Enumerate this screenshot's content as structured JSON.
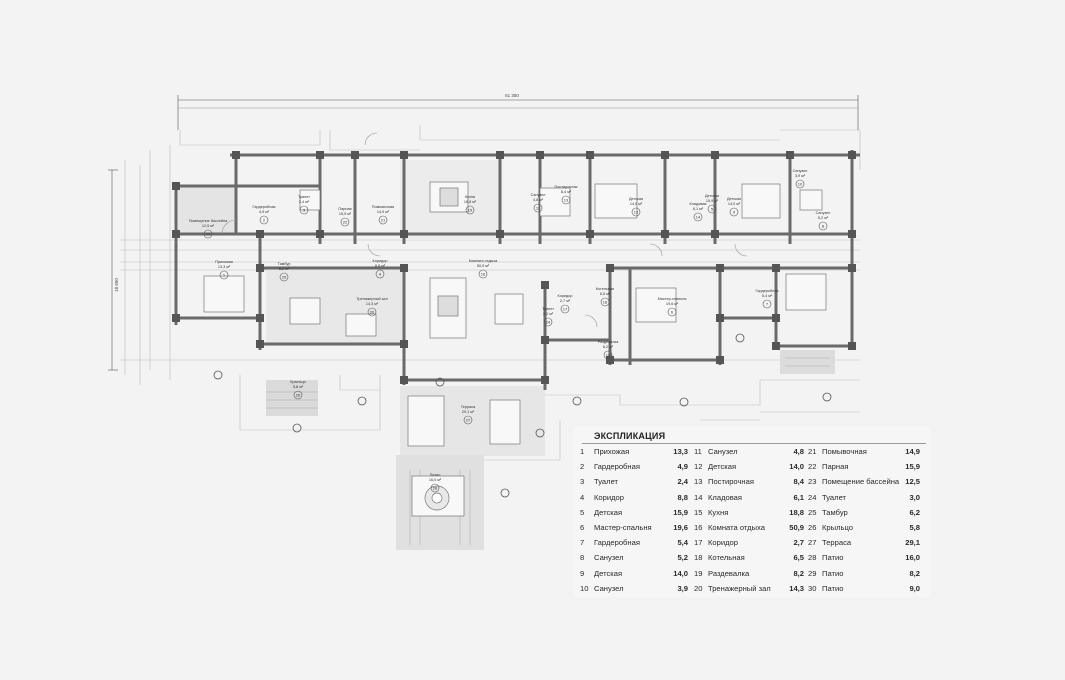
{
  "plan": {
    "overall_dimension": "61 350",
    "side_dimension": "18 650",
    "rooms": [
      {
        "no": "1",
        "label": "Прихожая",
        "area": "13,3 м²"
      },
      {
        "no": "2",
        "label": "Гардеробная",
        "area": "4,9 м²"
      },
      {
        "no": "3",
        "label": "Туалет",
        "area": "2,4 м²"
      },
      {
        "no": "4",
        "label": "Коридор",
        "area": "8,8 м²"
      },
      {
        "no": "5",
        "label": "Детская",
        "area": "15,9 м²"
      },
      {
        "no": "6",
        "label": "Мастер-спальня",
        "area": "19,6 м²"
      },
      {
        "no": "7",
        "label": "Гардеробная",
        "area": "5,4 м²"
      },
      {
        "no": "8",
        "label": "Санузел",
        "area": "5,2 м²"
      },
      {
        "no": "9",
        "label": "Детская",
        "area": "14,0 м²"
      },
      {
        "no": "10",
        "label": "Санузел",
        "area": "3,9 м²"
      },
      {
        "no": "11",
        "label": "Санузел",
        "area": "4,8 м²"
      },
      {
        "no": "12",
        "label": "Детская",
        "area": "14,0 м²"
      },
      {
        "no": "13",
        "label": "Постирочная",
        "area": "8,4 м²"
      },
      {
        "no": "14",
        "label": "Кладовая",
        "area": "6,1 м²"
      },
      {
        "no": "15",
        "label": "Кухня",
        "area": "18,8 м²"
      },
      {
        "no": "16",
        "label": "Комната отдыха",
        "area": "50,9 м²"
      },
      {
        "no": "17",
        "label": "Коридор",
        "area": "2,7 м²"
      },
      {
        "no": "18",
        "label": "Котельная",
        "area": "6,5 м²"
      },
      {
        "no": "19",
        "label": "Раздевалка",
        "area": "8,2 м²"
      },
      {
        "no": "20",
        "label": "Тренажерный зал",
        "area": "14,3 м²"
      },
      {
        "no": "21",
        "label": "Помывочная",
        "area": "14,9 м²"
      },
      {
        "no": "22",
        "label": "Парная",
        "area": "15,9 м²"
      },
      {
        "no": "23",
        "label": "Помещение бассейна",
        "area": "12,5 м²"
      },
      {
        "no": "24",
        "label": "Туалет",
        "area": "3,0 м²"
      },
      {
        "no": "25",
        "label": "Тамбур",
        "area": "6,2 м²"
      },
      {
        "no": "26",
        "label": "Крыльцо",
        "area": "5,8 м²"
      },
      {
        "no": "27",
        "label": "Терраса",
        "area": "29,1 м²"
      },
      {
        "no": "28",
        "label": "Патио",
        "area": "16,0 м²"
      }
    ]
  },
  "legend": {
    "title": "ЭКСПЛИКАЦИЯ",
    "rows": [
      {
        "no": "1",
        "name": "Прихожая",
        "value": "13,3"
      },
      {
        "no": "2",
        "name": "Гардеробная",
        "value": "4,9"
      },
      {
        "no": "3",
        "name": "Туалет",
        "value": "2,4"
      },
      {
        "no": "4",
        "name": "Коридор",
        "value": "8,8"
      },
      {
        "no": "5",
        "name": "Детская",
        "value": "15,9"
      },
      {
        "no": "6",
        "name": "Мастер-спальня",
        "value": "19,6"
      },
      {
        "no": "7",
        "name": "Гардеробная",
        "value": "5,4"
      },
      {
        "no": "8",
        "name": "Санузел",
        "value": "5,2"
      },
      {
        "no": "9",
        "name": "Детская",
        "value": "14,0"
      },
      {
        "no": "10",
        "name": "Санузел",
        "value": "3,9"
      },
      {
        "no": "11",
        "name": "Санузел",
        "value": "4,8"
      },
      {
        "no": "12",
        "name": "Детская",
        "value": "14,0"
      },
      {
        "no": "13",
        "name": "Постирочная",
        "value": "8,4"
      },
      {
        "no": "14",
        "name": "Кладовая",
        "value": "6,1"
      },
      {
        "no": "15",
        "name": "Кухня",
        "value": "18,8"
      },
      {
        "no": "16",
        "name": "Комната отдыха",
        "value": "50,9"
      },
      {
        "no": "17",
        "name": "Коридор",
        "value": "2,7"
      },
      {
        "no": "18",
        "name": "Котельная",
        "value": "6,5"
      },
      {
        "no": "19",
        "name": "Раздевалка",
        "value": "8,2"
      },
      {
        "no": "20",
        "name": "Тренажерный зал",
        "value": "14,3"
      },
      {
        "no": "21",
        "name": "Помывочная",
        "value": "14,9"
      },
      {
        "no": "22",
        "name": "Парная",
        "value": "15,9"
      },
      {
        "no": "23",
        "name": "Помещение бассейна",
        "value": "12,5"
      },
      {
        "no": "24",
        "name": "Туалет",
        "value": "3,0"
      },
      {
        "no": "25",
        "name": "Тамбур",
        "value": "6,2"
      },
      {
        "no": "26",
        "name": "Крыльцо",
        "value": "5,8"
      },
      {
        "no": "27",
        "name": "Терраса",
        "value": "29,1"
      },
      {
        "no": "28",
        "name": "Патио",
        "value": "16,0"
      },
      {
        "no": "29",
        "name": "Патио",
        "value": "8,2"
      },
      {
        "no": "30",
        "name": "Патио",
        "value": "9,0"
      }
    ]
  }
}
